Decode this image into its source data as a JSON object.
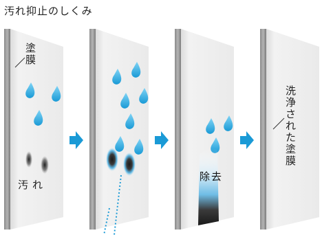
{
  "title": "汚れ抑止のしくみ",
  "labels": {
    "coating": "塗膜",
    "dirt": "汚れ",
    "removal": "除去",
    "cleaned_coating": "洗浄された塗膜"
  },
  "colors": {
    "drop": "#29aae1",
    "arrow": "#1a9ad6",
    "panel_edge": "#9a9a9a",
    "panel_face": "#f0f0f0",
    "dirt": "#333333"
  },
  "icons": [
    "water-drop-icon",
    "arrow-right-icon"
  ]
}
